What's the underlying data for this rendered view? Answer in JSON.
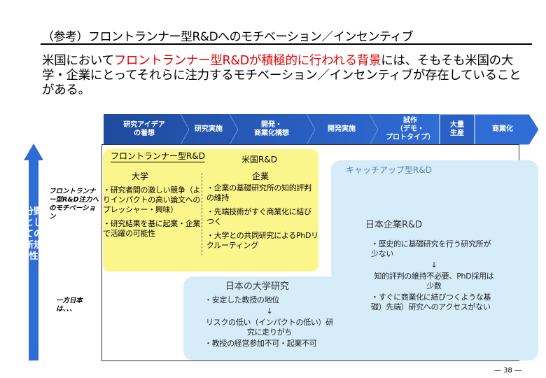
{
  "title": "（参考）フロントランナー型R&Dへのモチベーション／インセンティブ",
  "lead": {
    "part1": "米国において",
    "part2": "フロントランナー型R&Dが積極的に行われる背景",
    "part3": "には、そもそも米国の大学・企業にとってそれらに注力するモチベーション／インセンティブが存在していることがある。"
  },
  "flow": {
    "stages": [
      {
        "label": "研究アイデア\nの着想"
      },
      {
        "label": "研究実施"
      },
      {
        "label": "開発・\n商業化構想"
      },
      {
        "label": "開発実施"
      },
      {
        "label": "試作\n（デモ・\nプロトタイプ）"
      },
      {
        "label": "大量\n生産"
      },
      {
        "label": "商業化"
      }
    ]
  },
  "y_axis_label": "分野としての新規性",
  "side_notes": {
    "frontier": "フロントランナー型R&D注力へのモチベーション",
    "japan": "一方日本は、、、"
  },
  "frontier": {
    "label": "フロントランナー型R&D",
    "region": "米国R&D",
    "university": {
      "heading": "大学",
      "items": [
        "・研究者間の激しい競争（よりインパクトの高い論文へのプレッシャー・興味）",
        "・研究結果を基に起業・企業で活躍の可能性"
      ]
    },
    "corporate": {
      "heading": "企業",
      "items": [
        "・企業の基礎研究所の知的評判の維持",
        "・先端技術がすぐ商業化に結びつく",
        "・大学との共同研究によるPhDリクルーティング"
      ]
    }
  },
  "catchup": {
    "label": "キャッチアップ型R&D",
    "corporate": {
      "title": "日本企業R&D",
      "line1": "・歴史的に基礎研究を行う研究所が少ない",
      "arrow": "↓",
      "line2": "知的評判の維持不必要、PhD採用は少数",
      "line3": "・すぐに商業化に結びつくような基礎）先端）研究へのアクセスがない"
    },
    "university": {
      "title": "日本の大学研究",
      "line1": "・安定した教授の地位",
      "arrow": "↓",
      "line2": "リスクの低い（インパクトの低い）研究に走りがち",
      "line3": "・教授の経営参加不可・起業不可"
    }
  },
  "page_number": "— 38 —",
  "colors": {
    "accent_red": "#e00000",
    "flow_dark": "#1f4a9e",
    "flow_light": "#2f6cd6",
    "frontier_yellow": "#fbf68c",
    "catchup_blue": "#d6edf9",
    "axis_blue": "#2f6cd6"
  }
}
